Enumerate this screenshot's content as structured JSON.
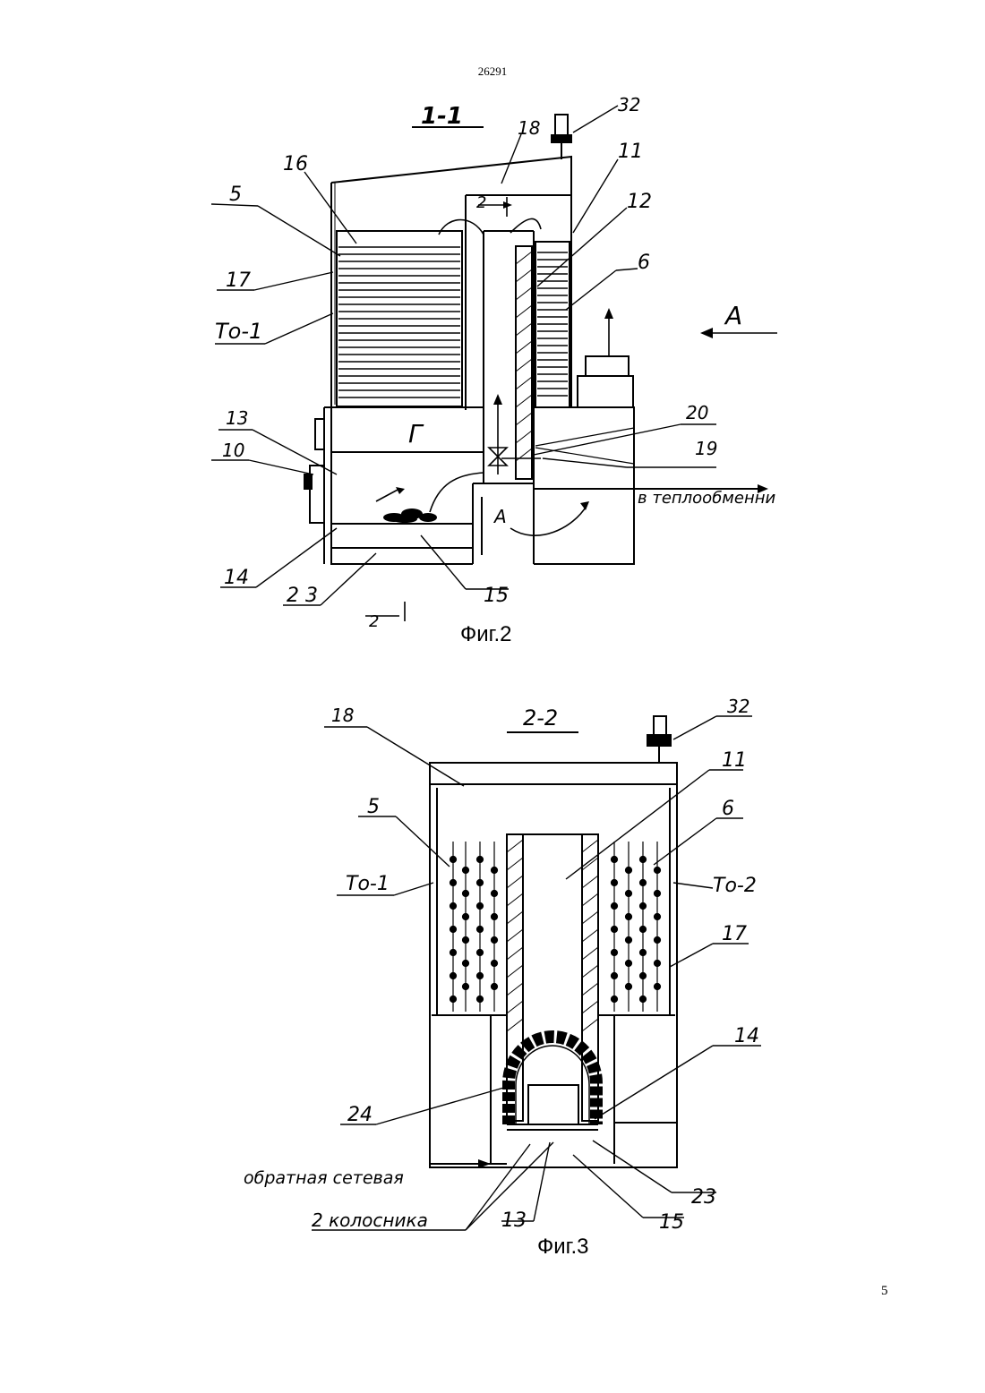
{
  "header": {
    "doc_number": "26291"
  },
  "footer": {
    "page_number": "5"
  },
  "fig2": {
    "section_label": "1-1",
    "caption": "Фиг.2",
    "view_arrow_label": "A",
    "flow_label": "в теплообменни",
    "chamber_letter": "Г",
    "lower_chamber_letter": "А",
    "cut_label": "2",
    "callouts": {
      "c32": "32",
      "c18": "18",
      "c16": "16",
      "c11": "11",
      "c12": "12",
      "c5": "5",
      "c6": "6",
      "c17": "17",
      "to1": "То-1",
      "c13": "13",
      "c10": "10",
      "c20": "20",
      "c19": "19",
      "c14": "14",
      "c23": "2 3",
      "c15": "15"
    }
  },
  "fig3": {
    "section_label": "2-2",
    "caption": "Фиг.3",
    "callouts": {
      "c18": "18",
      "c32": "32",
      "c11": "11",
      "c5": "5",
      "c6": "6",
      "to1": "То-1",
      "to2": "То-2",
      "c17": "17",
      "c14": "14",
      "c24": "24",
      "c23": "23",
      "c13": "13",
      "c15": "15",
      "return_label": "обратная сетевая",
      "grates_label": "2 колосника"
    }
  }
}
